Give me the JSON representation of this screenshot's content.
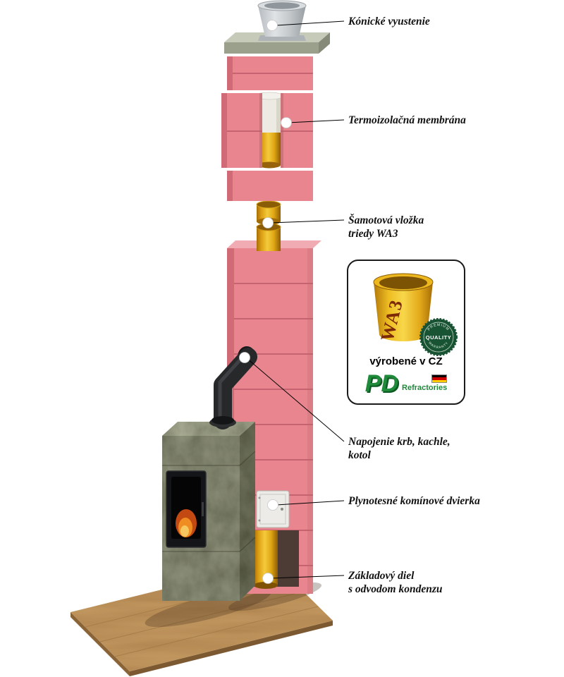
{
  "figure": {
    "type": "chimney-system-exploded-diagram"
  },
  "callouts": {
    "conical_outlet": "Kónické vyustenie",
    "membrane": "Termoizolačná membrána",
    "liner_line1": "Šamotová vložka",
    "liner_line2": "triedy WA3",
    "connection_line1": "Napojenie krb, kachle,",
    "connection_line2": "kotol",
    "door": "Plynotesné komínové dvierka",
    "base_line1": "Základový diel",
    "base_line2": "s odvodom kondenzu"
  },
  "info_box": {
    "cylinder_label": "WA3",
    "seal_top": "PREMIUM",
    "seal_middle": "QUALITY",
    "seal_bottom": "WARRANTY",
    "origin_text": "výrobené v CZ",
    "brand": "PD",
    "brand_sub": "Refractories"
  },
  "colors": {
    "block_front": "#e8858e",
    "block_side": "#cf6a76",
    "block_top": "#f1abb2",
    "liner_yellow": "#e8ae1e",
    "concrete_cap": "#9ba08c",
    "metal_cone": "#c6cacd",
    "pipe_black": "#26282a",
    "stove_stone": "#8f927b",
    "wood_base": "#c49a62",
    "seal_green": "#185433",
    "brand_green": "#1e8a3a"
  }
}
